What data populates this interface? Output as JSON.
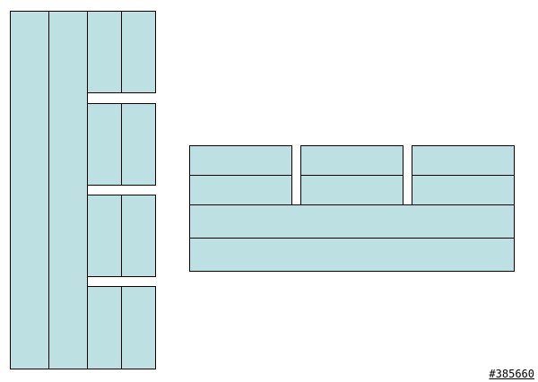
{
  "diagram": {
    "colors": {
      "fill": "#bde1e3",
      "stroke": "#000000",
      "background": "#ffffff"
    },
    "left_group": {
      "tall_strip_count": 2,
      "stacked_pairs": 4,
      "rects_per_pair": 2
    },
    "right_group": {
      "top_row_pairs": 3,
      "rects_per_pair": 2,
      "full_width_bands": 2
    }
  },
  "label": "#385660"
}
